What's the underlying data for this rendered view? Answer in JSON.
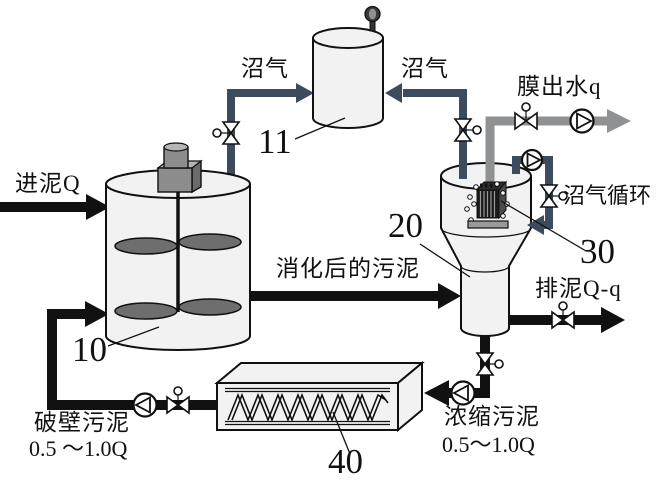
{
  "figure": {
    "type": "process-flow-diagram",
    "labels": {
      "inlet_sludge": "进泥Q",
      "biogas_left": "沼气",
      "biogas_right": "沼气",
      "membrane_effluent": "膜出水q",
      "biogas_circulation": "沼气循环",
      "digested_sludge": "消化后的污泥",
      "discharge_sludge": "排泥Q-q",
      "concentrated_sludge": "浓缩污泥",
      "concentrated_sludge_flow": "0.5～1.0Q",
      "broken_wall_sludge": "破壁污泥",
      "broken_wall_sludge_flow": "0.5 ～1.0Q"
    },
    "refs": {
      "digester": "10",
      "gas_holder": "11",
      "membrane_tank": "20",
      "membrane_module": "30",
      "heat_exchanger": "40"
    },
    "colors": {
      "biogas_pipe": "#3d4b5f",
      "effluent_pipe": "#8f9193",
      "sludge_pipe": "#111111",
      "tank_fill": "#f2f2f2",
      "impeller": "#6e6e6e",
      "background": "#ffffff"
    }
  }
}
